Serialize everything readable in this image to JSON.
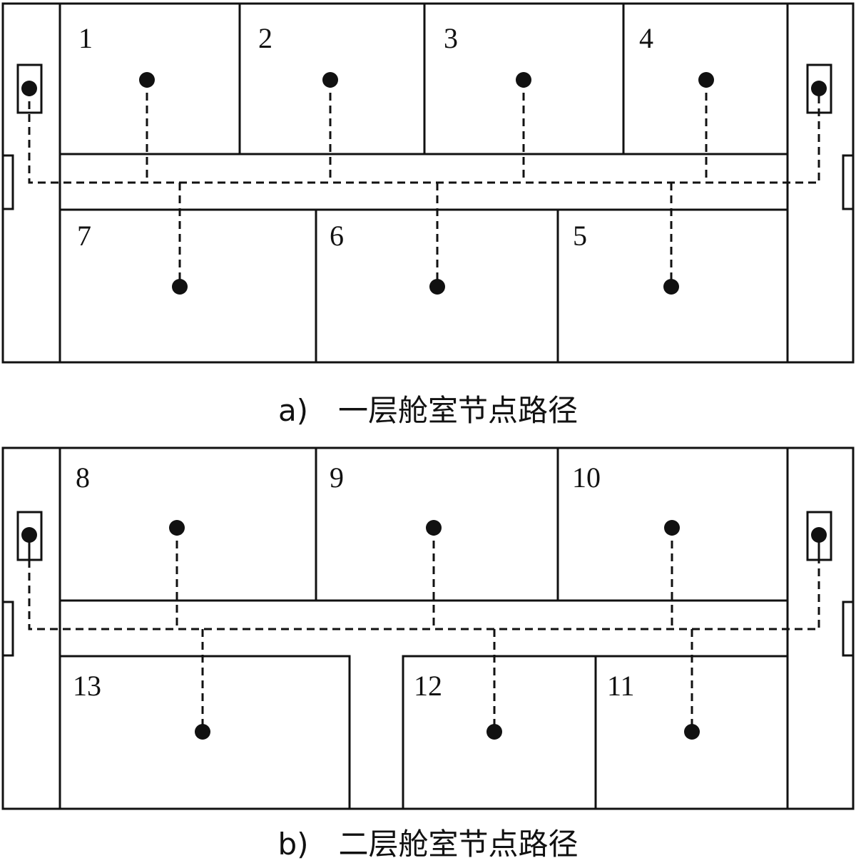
{
  "floor1": {
    "caption": "a)　一层舱室节点路径",
    "rooms": [
      "1",
      "2",
      "3",
      "4",
      "7",
      "6",
      "5"
    ]
  },
  "floor2": {
    "caption": "b)　二层舱室节点路径",
    "rooms": [
      "8",
      "9",
      "10",
      "13",
      "12",
      "11"
    ]
  }
}
